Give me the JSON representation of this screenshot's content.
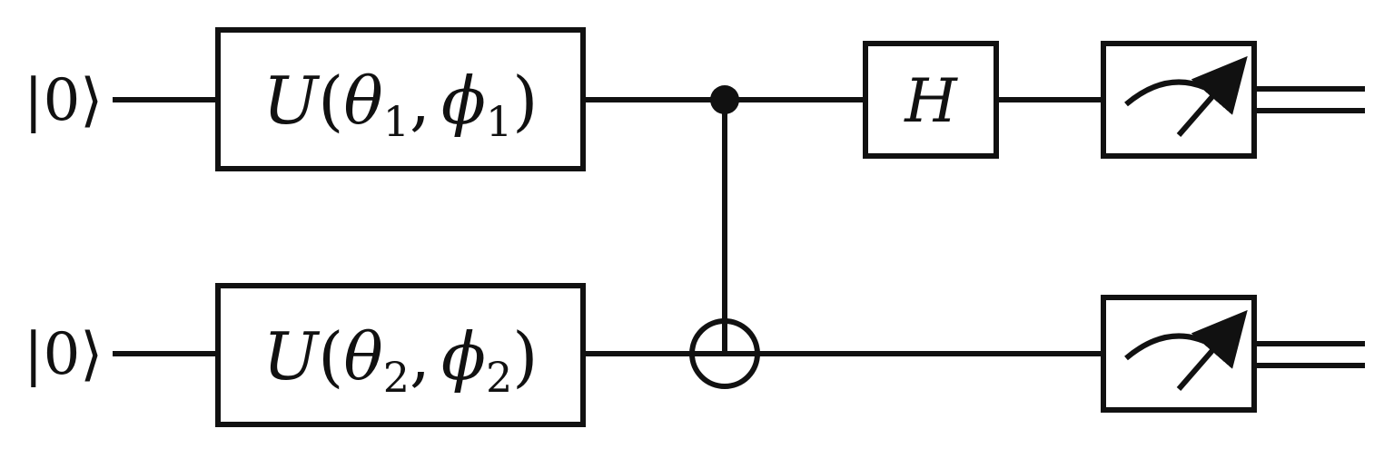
{
  "diagram": {
    "colors": {
      "stroke": "#111111",
      "background": "#ffffff"
    },
    "qubits": [
      {
        "initial_state": "|0⟩"
      },
      {
        "initial_state": "|0⟩"
      }
    ],
    "gates": {
      "u1": {
        "symbol": "U",
        "open": "(",
        "theta": "θ",
        "theta_sub": "1",
        "comma": ",",
        "phi": "ϕ",
        "phi_sub": "1",
        "close": ")"
      },
      "u2": {
        "symbol": "U",
        "open": "(",
        "theta": "θ",
        "theta_sub": "2",
        "comma": ",",
        "phi": "ϕ",
        "phi_sub": "2",
        "close": ")"
      },
      "h": {
        "symbol": "H"
      }
    },
    "icons": {
      "control": "control-dot-icon",
      "target": "cnot-target-icon",
      "measure": "measurement-meter-icon"
    }
  }
}
